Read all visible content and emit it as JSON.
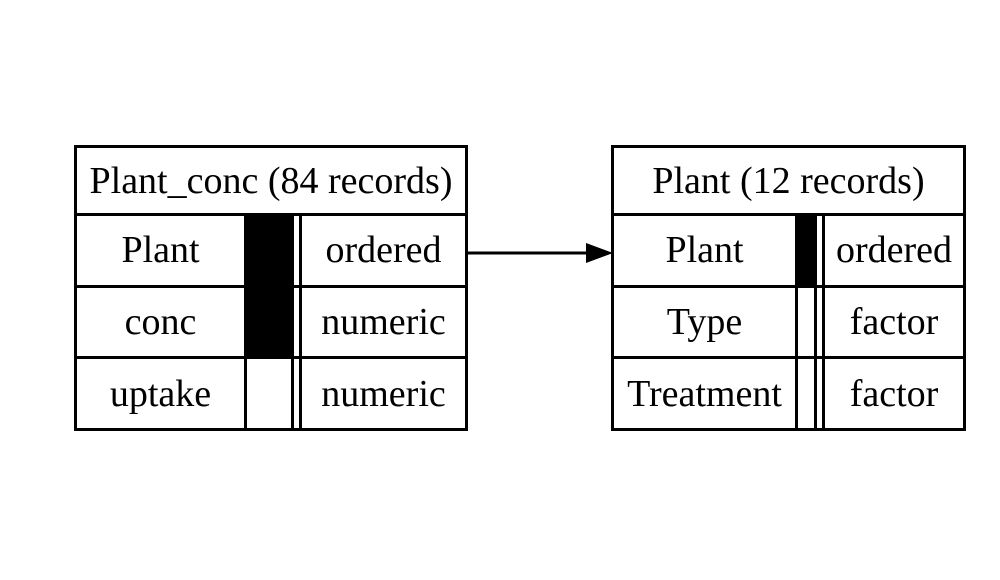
{
  "colors": {
    "background": "#ffffff",
    "line": "#000000",
    "text": "#000000",
    "key_fill": "#000000"
  },
  "tables": [
    {
      "title": "Plant_conc (84 records)",
      "rows": [
        {
          "name": "Plant",
          "type": "ordered",
          "key": true
        },
        {
          "name": "conc",
          "type": "numeric",
          "key": true
        },
        {
          "name": "uptake",
          "type": "numeric",
          "key": false
        }
      ]
    },
    {
      "title": "Plant (12 records)",
      "rows": [
        {
          "name": "Plant",
          "type": "ordered",
          "key": true
        },
        {
          "name": "Type",
          "type": "factor",
          "key": false
        },
        {
          "name": "Treatment",
          "type": "factor",
          "key": false
        }
      ]
    }
  ],
  "arrow": {
    "from_table": "Plant_conc",
    "from_column": "Plant",
    "to_table": "Plant",
    "to_column": "Plant",
    "direction": "left-to-right"
  }
}
